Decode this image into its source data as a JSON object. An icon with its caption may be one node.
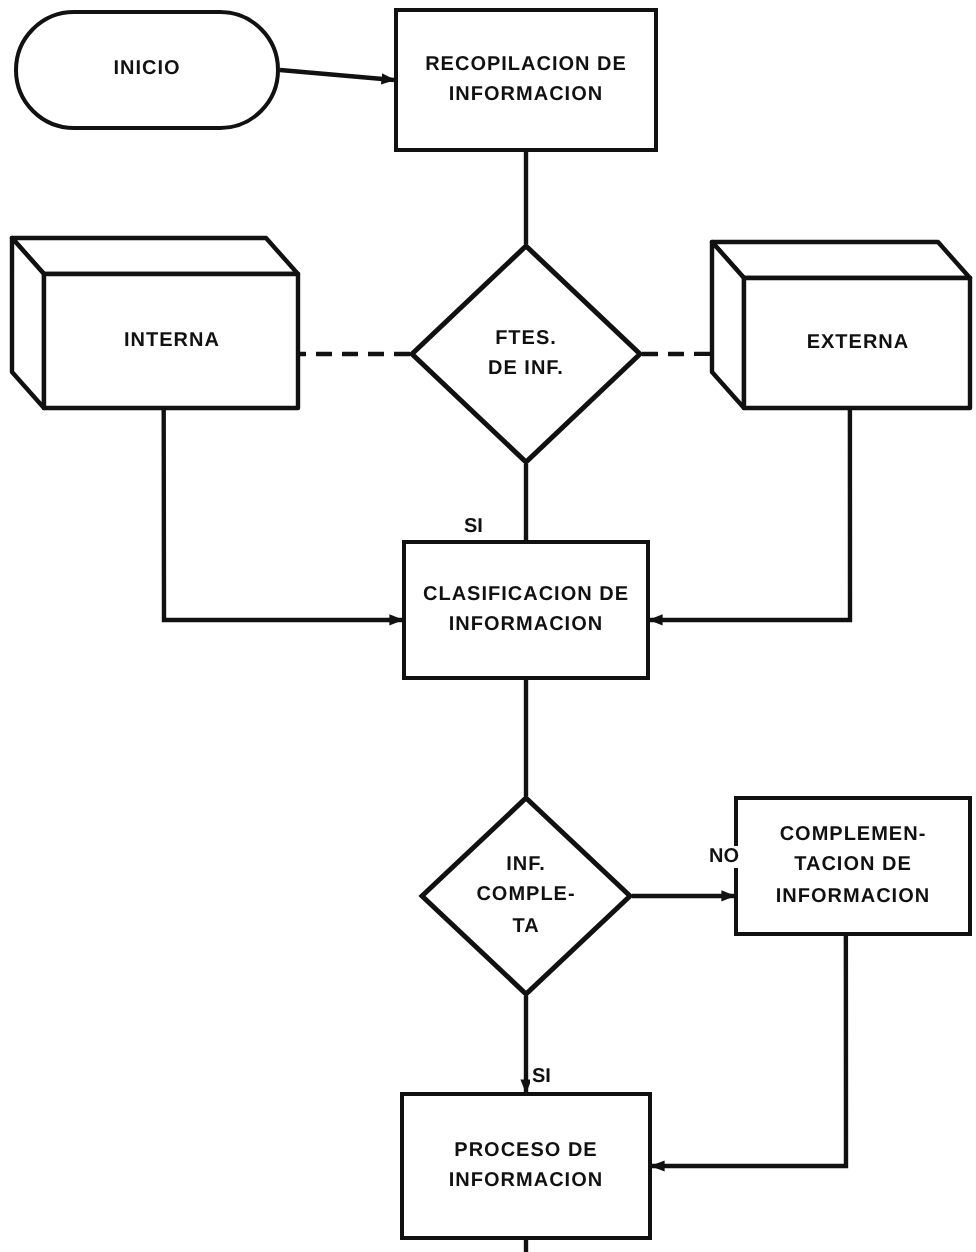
{
  "diagram": {
    "nodes": [
      {
        "text": [
          "INICIO"
        ]
      },
      {
        "text": [
          "RECOPILACION DE INFORMACION"
        ]
      },
      {
        "text": [
          "FTES. DE INF."
        ]
      },
      {
        "text": [
          "INTERNA"
        ]
      },
      {
        "text": [
          "EXTERNA"
        ]
      },
      {
        "text": [
          "CLASIFICACION DE INFORMACION"
        ]
      },
      {
        "text": [
          "INF. COMPLE- TA"
        ]
      },
      {
        "text": [
          "COMPLEMEN- TACION DE INFORMACION"
        ]
      },
      {
        "text": [
          "PROCESO DE INFORMACION"
        ]
      }
    ],
    "edges": [
      {
        "from": 0,
        "to": 1,
        "arrow": "to"
      },
      {
        "from": 1,
        "to": 2,
        "arrow": "none"
      },
      {
        "from": 2,
        "to": 3,
        "arrow": "none",
        "style": "dashed"
      },
      {
        "from": 2,
        "to": 4,
        "arrow": "none",
        "style": "dashed"
      },
      {
        "from": 2,
        "to": 5,
        "arrow": "none",
        "label": "SI"
      },
      {
        "from": 3,
        "to": 5,
        "arrow": "to"
      },
      {
        "from": 4,
        "to": 5,
        "arrow": "to"
      },
      {
        "from": 5,
        "to": 6,
        "arrow": "none"
      },
      {
        "from": 6,
        "to": 7,
        "arrow": "to",
        "label": "NO"
      },
      {
        "from": 6,
        "to": 8,
        "arrow": "to",
        "label": "SI"
      },
      {
        "from": 7,
        "to": 8,
        "arrow": "to"
      },
      {
        "from": 8,
        "to": null,
        "arrow": "none"
      }
    ]
  }
}
